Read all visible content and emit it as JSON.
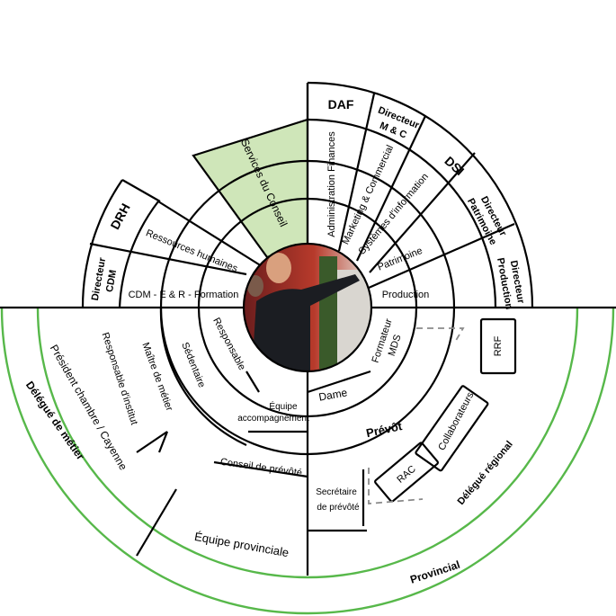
{
  "diagram": {
    "top_sectors": {
      "services": "Services du Conseil",
      "daf": "DAF",
      "admin": "Administration Finances",
      "dir_mc_1": "Directeur",
      "dir_mc_2": "M & C",
      "marketing": "Marketing & Commercial",
      "dsi": "DSI",
      "sys_info": "Systèmes d'information",
      "dir_pat_1": "Directeur",
      "dir_pat_2": "Patrimoine",
      "patrimoine": "Patrimoine",
      "dir_prod_1": "Directeur",
      "dir_prod_2": "Production",
      "production": "Production",
      "drh": "DRH",
      "rh": "Ressources humaines",
      "dir_cdm_1": "Directeur",
      "dir_cdm_2": "CDM",
      "cdm_formation": "CDM - E & R - Formation"
    },
    "left_sectors": {
      "responsable": "Responsable",
      "sedentaire": "Sédentaire",
      "maitre": "Maître de métier",
      "resp_institut": "Responsable d'institut",
      "president": "Président chambre / Cayenne",
      "delegue_metier": "Délégué de métier"
    },
    "bottom_sectors": {
      "equipe_accomp_1": "Équipe",
      "equipe_accomp_2": "accompagnement",
      "conseil_prevote": "Conseil de prévôté",
      "equipe_provinciale": "Équipe provinciale",
      "provincial": "Provincial"
    },
    "right_sectors": {
      "formateur_1": "Formateur",
      "formateur_2": "MDS",
      "dame": "Dame",
      "prevot": "Prévôt",
      "collaborateurs": "Collaborateurs",
      "rrf": "RRF",
      "rac": "RAC",
      "secretaire_1": "Secrétaire",
      "secretaire_2": "de prévôté",
      "delegue_regional": "Délégué régional"
    },
    "colors": {
      "highlight": "#cfe6b9",
      "green_ring": "#57b84a",
      "lines": "#000000"
    },
    "center_photo": "person-photo"
  }
}
